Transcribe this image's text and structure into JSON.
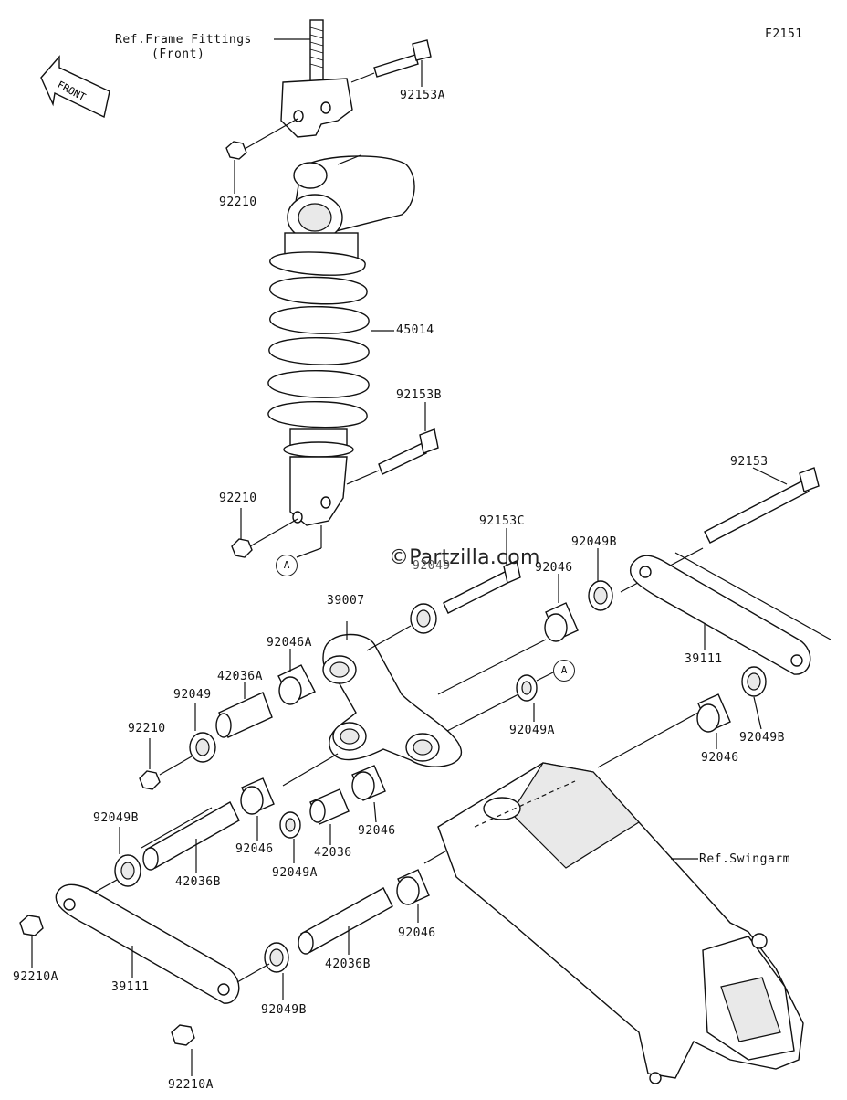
{
  "figure_code": "F2151",
  "watermark": "©Partzilla.com",
  "front_arrow_label": "FRONT",
  "ref_frame_line1": "Ref.Frame Fittings",
  "ref_frame_line2": "(Front)",
  "ref_swingarm": "Ref.Swingarm",
  "callout_a": "A",
  "parts": {
    "p92153A": "92153A",
    "p92210_top": "92210",
    "p45014": "45014",
    "p92153B": "92153B",
    "p92210_mid": "92210",
    "p92153": "92153",
    "p92153C": "92153C",
    "p92049B_top": "92049B",
    "p92046_top": "92046",
    "p92049_hidden": "92049",
    "p39007": "39007",
    "p92046A": "92046A",
    "p42036A": "42036A",
    "p92049": "92049",
    "p92210_left": "92210",
    "p39111_right": "39111",
    "p92049A_right": "92049A",
    "p92049B_right": "92049B",
    "p92046_right": "92046",
    "p92049B_left": "92049B",
    "p42036B_left": "42036B",
    "p92046_c1": "92046",
    "p92049A_c": "92049A",
    "p42036": "42036",
    "p92046_c2": "92046",
    "p92046_low": "92046",
    "p42036B_low": "42036B",
    "p92210A_left": "92210A",
    "p39111_left": "39111",
    "p92049B_low": "92049B",
    "p92210A_bottom": "92210A"
  }
}
